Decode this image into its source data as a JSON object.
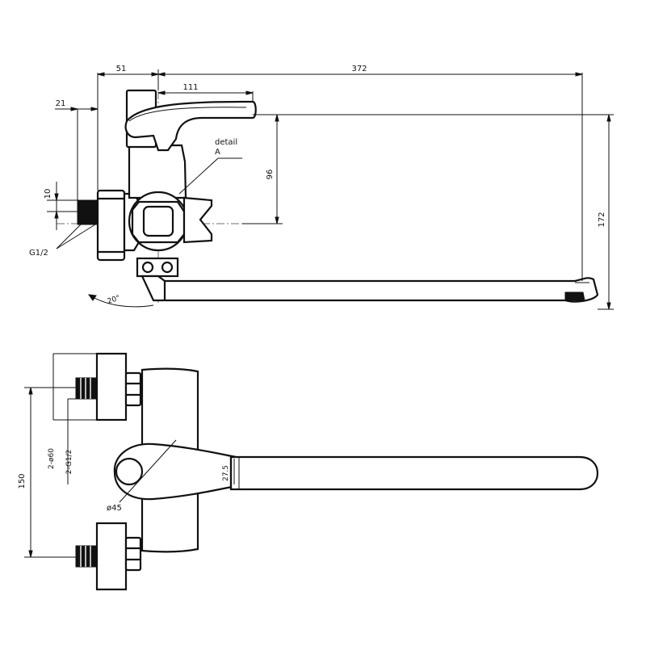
{
  "dimensions": {
    "top_width_51": "51",
    "top_width_372": "372",
    "top_width_111": "111",
    "left_21": "21",
    "left_10": "10",
    "height_96": "96",
    "height_172": "172",
    "thread_g12": "G1/2",
    "angle_20": "20°",
    "side_150": "150",
    "side_2_d60": "2-ø60",
    "side_2_g12": "2-G1/2",
    "handle_d45": "ø45",
    "handle_27_5": "27.5"
  },
  "labels": {
    "detail_line1": "detail",
    "detail_line2": "A"
  }
}
